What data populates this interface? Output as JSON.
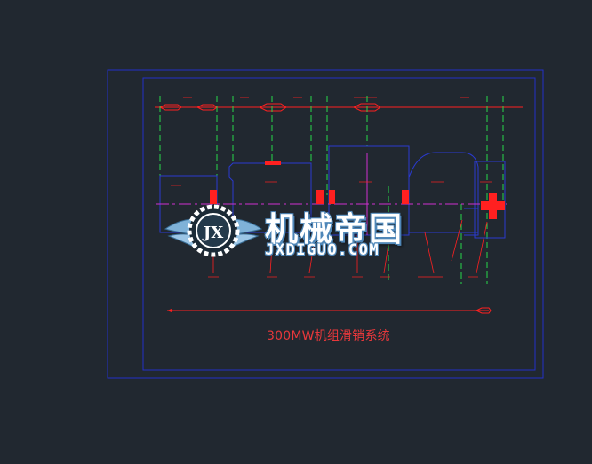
{
  "drawing": {
    "title": "300MW机组滑销系统",
    "colors": {
      "background": "#212830",
      "frame": "#2430c8",
      "outline": "#2a3ad0",
      "red": "#ff2020",
      "green": "#27d84a",
      "magenta": "#d030d0",
      "white": "#e6e6e6"
    }
  },
  "watermark": {
    "name_cn": "机械帝国",
    "name_en": "JXDIGUO.COM",
    "emblem_letters": "JX"
  }
}
